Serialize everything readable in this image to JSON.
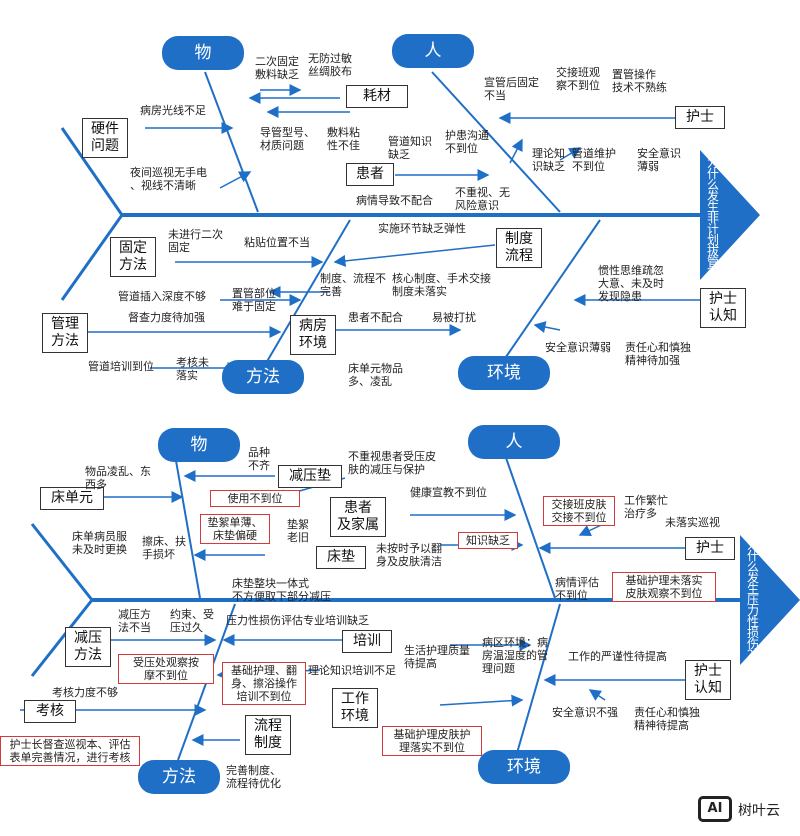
{
  "top": {
    "head": "为\n什\n么\n发\n生\n非\n计\n划\n拔\n管\n？",
    "categories": {
      "wu": "物",
      "ren": "人",
      "fangfa": "方法",
      "huanjing": "环境"
    },
    "boxes": {
      "yingjian": "硬件\n问题",
      "haocai": "耗材",
      "huanzhe": "患者",
      "hushi": "护士",
      "guding": "固定\n方法",
      "zhidu": "制度\n流程",
      "guanli": "管理\n方法",
      "bingfang": "病房\n环境",
      "renzhi": "护士\n认知"
    },
    "notes": {
      "n1": "二次固定\n敷料缺乏",
      "n2": "无防过敏\n丝绸胶布",
      "n3": "病房光线不足",
      "n4": "夜间巡视无手电\n、视线不清晰",
      "n5": "导管型号、\n材质问题",
      "n6": "敷料粘\n性不佳",
      "n7": "宣管后固定\n不当",
      "n8": "交接班观\n察不到位",
      "n9": "置管操作\n技术不熟练",
      "n10": "管道知识\n缺乏",
      "n11": "护患沟通\n不到位",
      "n12": "理论知\n识缺乏",
      "n13": "管道维护\n不到位",
      "n14": "安全意识\n薄弱",
      "n15": "病情导致不配合",
      "n16": "不重视、无\n风险意识",
      "n17": "未进行二次\n固定",
      "n18": "粘贴位置不当",
      "n19": "实施环节缺乏弹性",
      "n20": "管道插入深度不够",
      "n21": "置管部位\n难于固定",
      "n22": "制度、流程不\n完善",
      "n23": "核心制度、手术交接\n制度未落实",
      "n24": "惯性思维疏忽\n大意、未及时\n发现隐患",
      "n25": "督查力度待加强",
      "n26": "患者不配合",
      "n27": "易被打扰",
      "n28": "管道培训到位",
      "n29": "考核未\n落实",
      "n30": "床单元物品\n多、凌乱",
      "n31": "安全意识薄弱",
      "n32": "责任心和慎独\n精神待加强"
    }
  },
  "bottom": {
    "head": "为\n什\n么\n发\n生\n压\n力\n性\n损\n伤\n？",
    "categories": {
      "wu": "物",
      "ren": "人",
      "fangfa": "方法",
      "huanjing": "环境"
    },
    "boxes": {
      "jianyadian": "减压垫",
      "chuangdanyuan": "床单元",
      "huanzhe": "患者\n及家属",
      "chuangdian": "床垫",
      "hushi": "护士",
      "jianya": "减压\n方法",
      "peixun": "培训",
      "kaohe": "考核",
      "gongzuo": "工作\n环境",
      "liucheng": "流程\n制度",
      "renzhi": "护士\n认知"
    },
    "notes": {
      "n1": "品种\n不齐",
      "n2": "不重视患者受压皮\n肤的减压与保护",
      "n3": "物品凌乱、东\n西多",
      "n4": "健康宣教不到位",
      "n5": "床单病员服\n未及时更换",
      "n6": "擦床、扶\n手损坏",
      "n7": "垫絮\n老旧",
      "n8": "未按时予以翻\n身及皮肤清洁",
      "n9": "工作繁忙\n治疗多",
      "n10": "未落实巡视",
      "n11": "床垫整块一体式\n不方便取下部分减压",
      "n12": "病情评估\n不到位",
      "n13": "减压方\n法不当",
      "n14": "约束、受\n压过久",
      "n15": "压力性损伤评估专业培训缺乏",
      "n16": "生活护理质量\n待提高",
      "n17": "病区环境：病\n房温湿度的管\n理问题",
      "n18": "工作的严谨性待提高",
      "n19": "考核力度不够",
      "n20": "理论知识培训不足",
      "n21": "安全意识不强",
      "n22": "责任心和慎独\n精神待提高",
      "n23": "完善制度、\n流程待优化"
    },
    "redboxes": {
      "r1": "使用不到位",
      "r2": "垫絮单薄、\n床垫偏硬",
      "r3": "交接班皮肤\n交接不到位",
      "r4": "知识缺乏",
      "r5": "基础护理未落实\n皮肤观察不到位",
      "r6": "受压处观察按\n摩不到位",
      "r7": "基础护理、翻\n身、擦浴操作\n培训不到位",
      "r8": "护士长督查巡视本、评估\n表单完善情况，进行考核",
      "r9": "基础护理皮肤护\n理落实不到位"
    }
  },
  "watermark": {
    "logo": "AI",
    "name": "树叶云"
  },
  "colors": {
    "spine": "#1f6fc7",
    "bone": "#1f6fc7",
    "red": "#d23b3b"
  }
}
